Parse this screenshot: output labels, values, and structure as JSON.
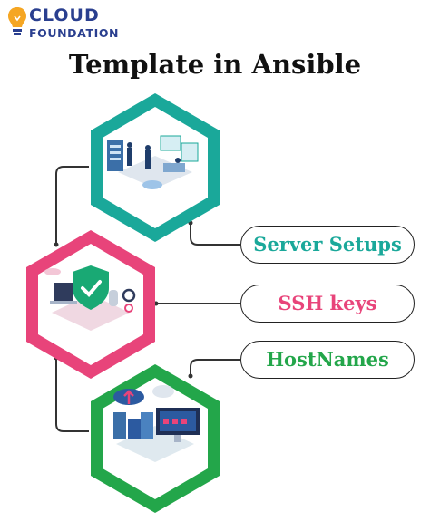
{
  "logo": {
    "line1": "CLOUD",
    "line2": "FOUNDATION",
    "color": "#2a3f8f",
    "bulb_color": "#f5a623"
  },
  "title": "Template in Ansible",
  "items": [
    {
      "label": "Server Setups",
      "color": "#1aa89a",
      "icon": "server-room-illustration"
    },
    {
      "label": "SSH keys",
      "color": "#e8447a",
      "icon": "security-shield-illustration"
    },
    {
      "label": "HostNames",
      "color": "#23a64a",
      "icon": "cloud-network-illustration"
    }
  ]
}
